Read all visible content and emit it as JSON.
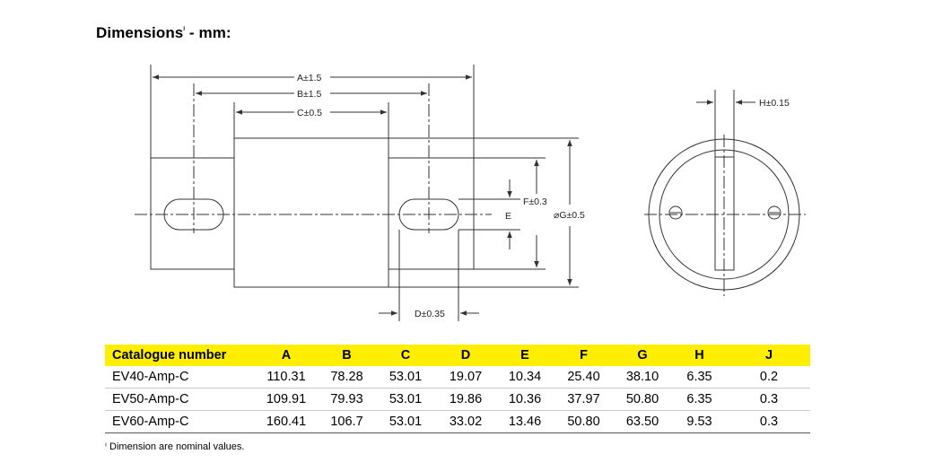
{
  "heading": {
    "text": "Dimensions",
    "mark": "ⁱ",
    "unit": " - mm:"
  },
  "drawing": {
    "label_a": "A±1.5",
    "label_b": "B±1.5",
    "label_c": "C±0.5",
    "label_d": "D±0.35",
    "label_e": "E",
    "label_f": "F±0.3",
    "label_g": "⌀G±0.5",
    "label_h": "H±0.15"
  },
  "table": {
    "headers": [
      "Catalogue number",
      "A",
      "B",
      "C",
      "D",
      "E",
      "F",
      "G",
      "H",
      "J"
    ],
    "rows": [
      [
        "EV40-Amp-C",
        "110.31",
        "78.28",
        "53.01",
        "19.07",
        "10.34",
        "25.40",
        "38.10",
        "6.35",
        "0.2"
      ],
      [
        "EV50-Amp-C",
        "109.91",
        "79.93",
        "53.01",
        "19.86",
        "10.36",
        "37.97",
        "50.80",
        "6.35",
        "0.3"
      ],
      [
        "EV60-Amp-C",
        "160.41",
        "106.7",
        "53.01",
        "33.02",
        "13.46",
        "50.80",
        "63.50",
        "9.53",
        "0.3"
      ]
    ]
  },
  "footnote": {
    "mark": "ⁱ",
    "text": "Dimension are nominal values."
  }
}
